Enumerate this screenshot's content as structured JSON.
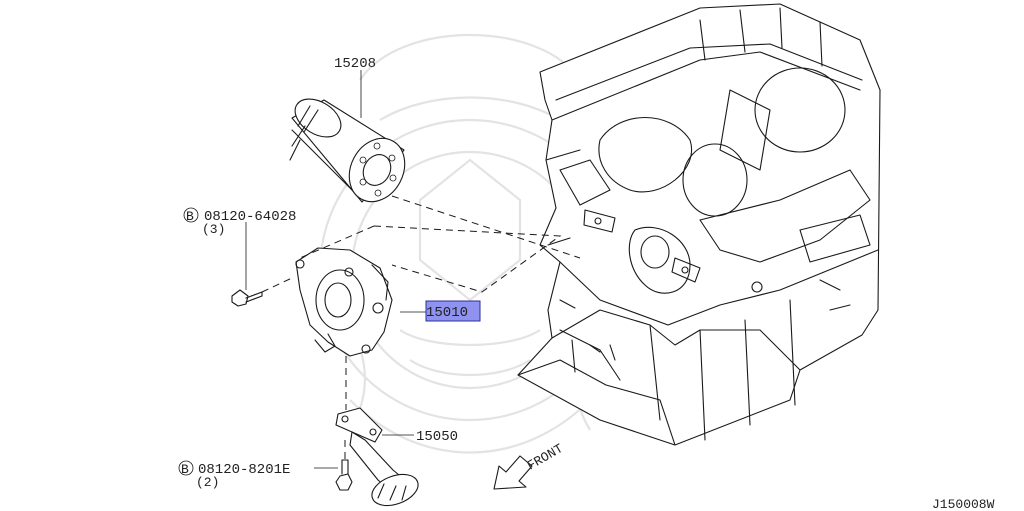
{
  "diagram_code": "J150008W",
  "parts": {
    "oil_filter": {
      "part_no": "15208"
    },
    "oil_pump": {
      "part_no": "15010",
      "highlighted": true,
      "highlight_color": "#8f92ee"
    },
    "strainer": {
      "part_no": "15050"
    },
    "pump_bolt": {
      "bolt_symbol": "B",
      "part_no": "08120-64028",
      "qty": "(3)"
    },
    "strainer_bolt": {
      "bolt_symbol": "B",
      "part_no": "08120-8201E",
      "qty": "(2)"
    }
  },
  "front_label": "FRONT"
}
